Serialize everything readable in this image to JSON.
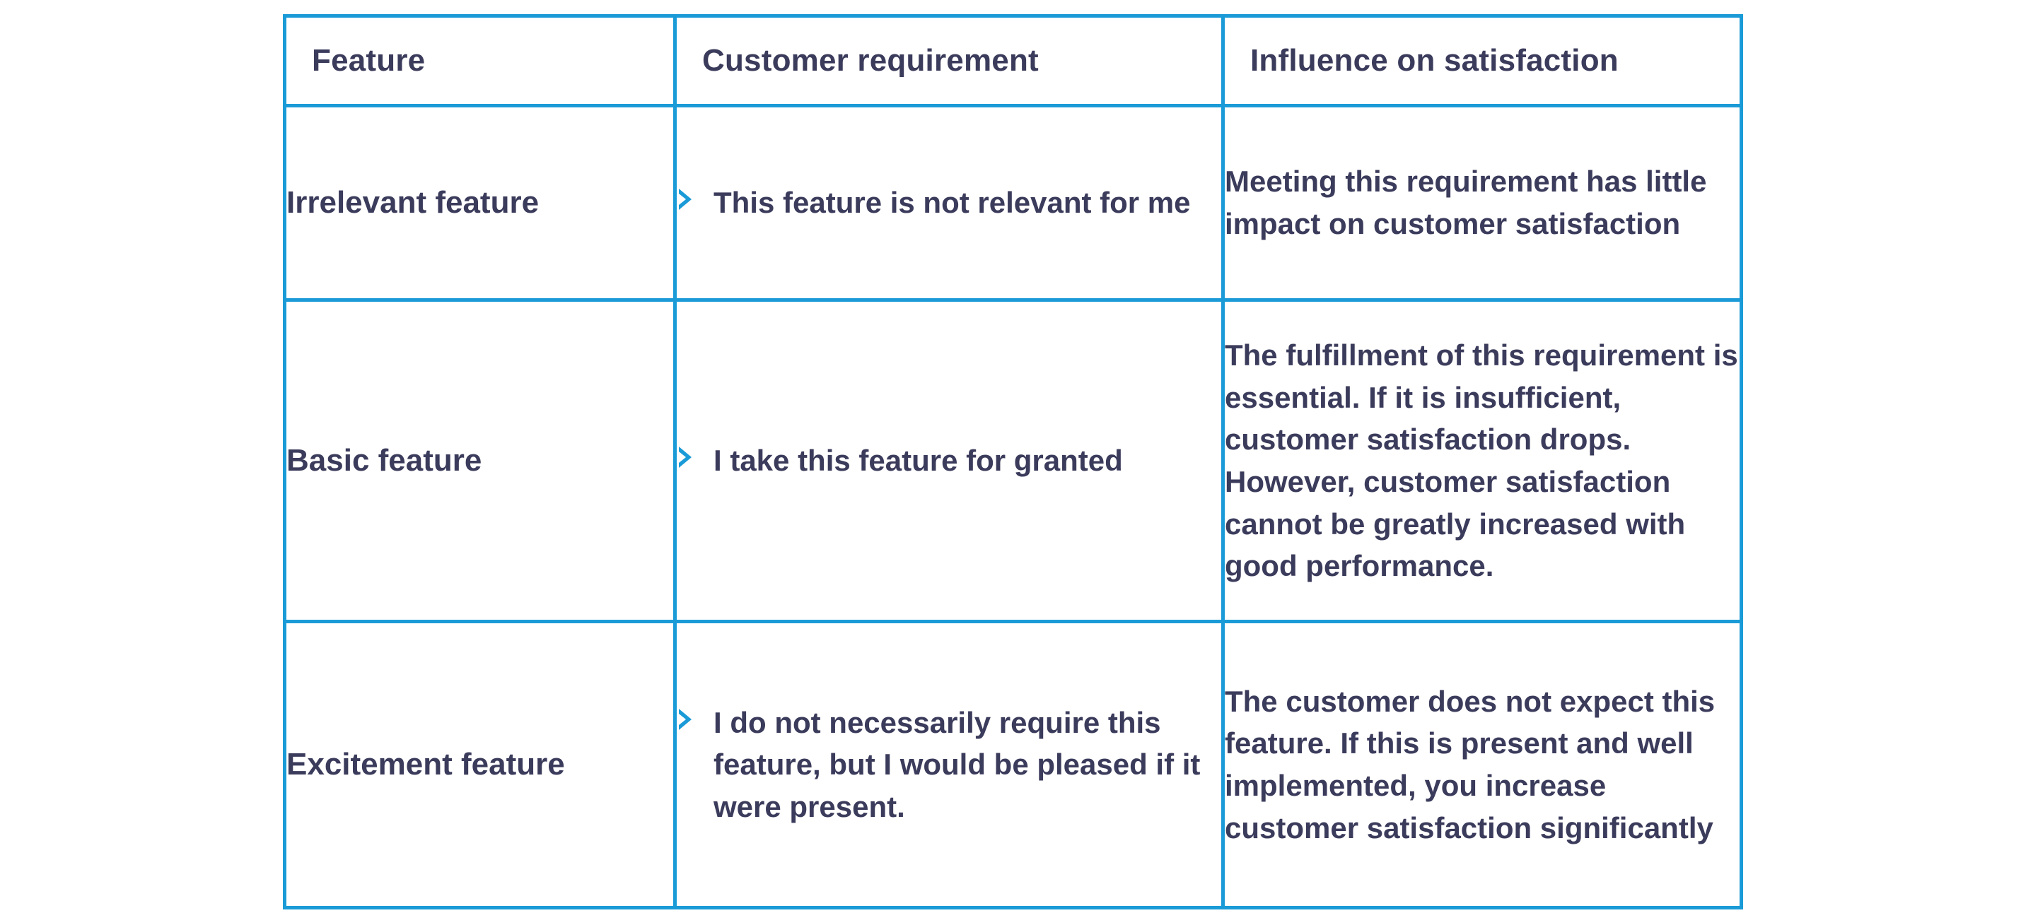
{
  "table": {
    "accent_color": "#1A9BD7",
    "text_color": "#3B3B5C",
    "background_color": "#FFFFFF",
    "bullet_icon": "chevron-right-icon",
    "headers": {
      "feature": "Feature",
      "requirement": "Customer requirement",
      "influence": "Influence on satisfaction"
    },
    "rows": [
      {
        "feature": "Irrelevant feature",
        "requirement": "This feature is not relevant for me",
        "influence": "Meeting this requirement has little impact on customer satisfaction"
      },
      {
        "feature": "Basic feature",
        "requirement": "I take this feature for granted",
        "influence": "The fulfillment of this requirement is essential. If it is insufficient, customer satisfaction drops. However, customer satisfaction cannot be greatly increased with good performance."
      },
      {
        "feature": "Excitement feature",
        "requirement": "I do not necessarily require this feature, but I would be pleased if it were present.",
        "influence": "The customer does not expect this feature. If this is present and well implemented, you increase customer satisfaction significantly"
      }
    ]
  }
}
